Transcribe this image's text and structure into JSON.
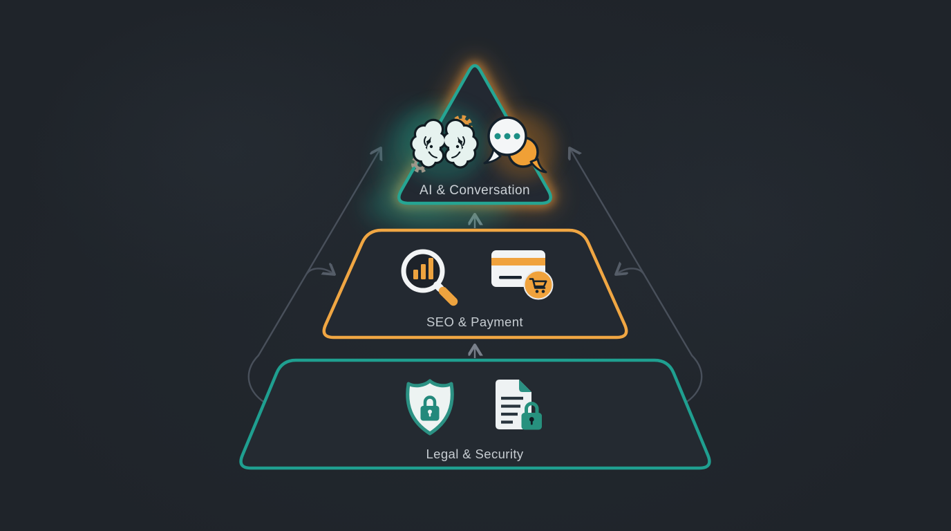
{
  "diagram": {
    "type": "pyramid",
    "tiers": [
      {
        "label": "AI & Conversation",
        "level": "top",
        "shape": "triangle",
        "border_color": "#25a593",
        "glow_color": "#e8923c",
        "icons": [
          "brain-gears-icon",
          "chat-bubbles-icon"
        ]
      },
      {
        "label": "SEO & Payment",
        "level": "middle",
        "shape": "trapezoid",
        "border_color": "#f0a643",
        "icons": [
          "seo-magnifier-chart-icon",
          "payment-card-cart-icon"
        ]
      },
      {
        "label": "Legal & Security",
        "level": "bottom",
        "shape": "trapezoid",
        "border_color": "#1f9f90",
        "icons": [
          "shield-lock-icon",
          "document-lock-icon"
        ]
      }
    ],
    "connectors": [
      {
        "name": "bottom-to-top-left",
        "direction": "up"
      },
      {
        "name": "bottom-to-top-right",
        "direction": "up"
      },
      {
        "name": "branch-to-middle-left",
        "direction": "right"
      },
      {
        "name": "branch-to-middle-right",
        "direction": "left"
      },
      {
        "name": "bottom-to-middle-center",
        "direction": "up"
      },
      {
        "name": "middle-to-top-center",
        "direction": "up"
      }
    ]
  },
  "colors": {
    "background": "#1f242a",
    "teal": "#1f9f90",
    "orange": "#f0a643",
    "label_text": "#cbd1d6",
    "connector_line": "#4a515c"
  }
}
